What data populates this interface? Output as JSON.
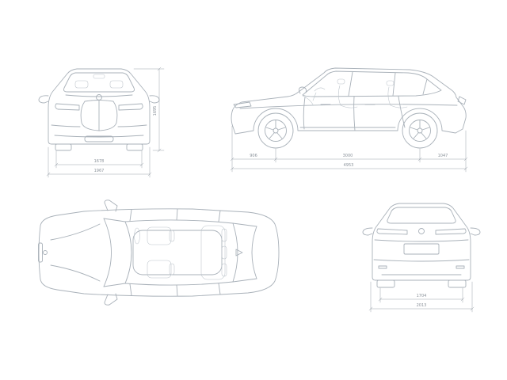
{
  "blueprint": {
    "background": "#ffffff",
    "line_color": "#a9b1b9",
    "ghost_line_color": "#bdc4cb",
    "dim_line_color": "#9aa2aa",
    "dim_text_color": "#8a929a",
    "views": {
      "front": {
        "height": "1695",
        "track": "1678",
        "width": "1967"
      },
      "side": {
        "front_overhang": "906",
        "wheelbase": "3000",
        "rear_overhang": "1047",
        "length": "4953"
      },
      "rear": {
        "track": "1704",
        "width": "2013"
      }
    }
  }
}
